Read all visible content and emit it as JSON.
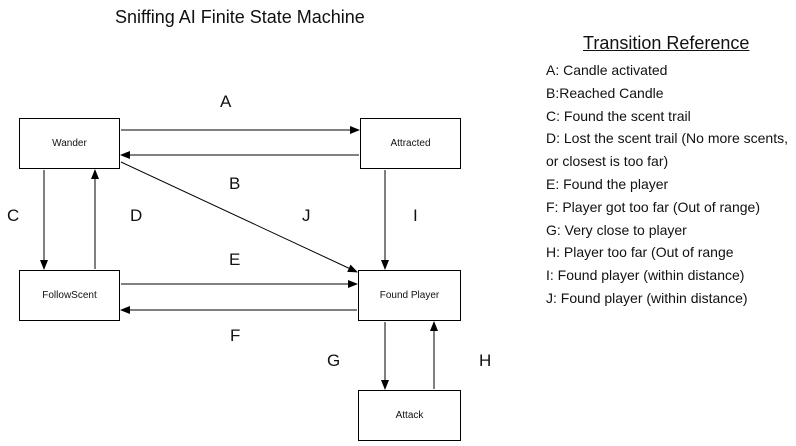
{
  "title": "Sniffing AI Finite State Machine",
  "states": {
    "wander": "Wander",
    "attracted": "Attracted",
    "follow_scent": "FollowScent",
    "found_player": "Found Player",
    "attack": "Attack"
  },
  "edge_labels": {
    "A": "A",
    "B": "B",
    "C": "C",
    "D": "D",
    "E": "E",
    "F": "F",
    "G": "G",
    "H": "H",
    "I": "I",
    "J": "J"
  },
  "reference": {
    "heading": "Transition Reference",
    "items": [
      "A: Candle activated",
      "B:Reached Candle",
      "C: Found the scent trail",
      "D: Lost the scent trail (No more scents, or closest is too far)",
      "E: Found the player",
      "F: Player got too far (Out of range)",
      "G: Very close to player",
      "H: Player too far (Out of range",
      "I: Found player (within distance)",
      "J: Found player (within distance)"
    ]
  }
}
